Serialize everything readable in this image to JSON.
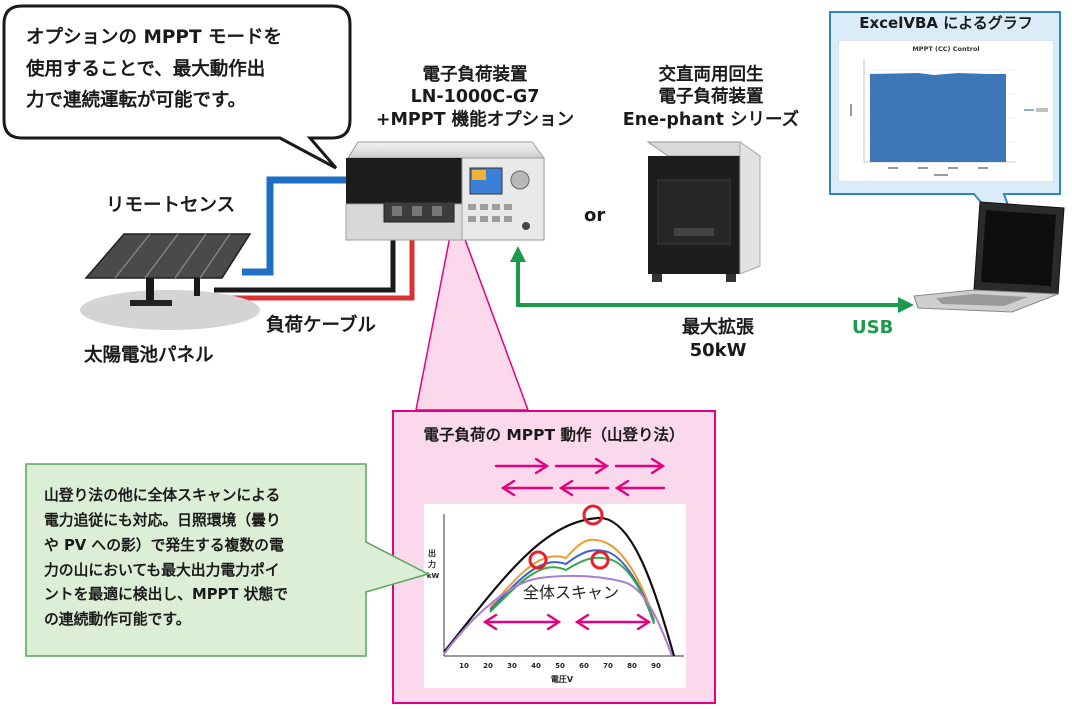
{
  "callout_main": {
    "line1": "オプションの MPPT モードを",
    "line2": "使用することで、最大動作出",
    "line3": "力で連続運転が可能です。"
  },
  "load_device": {
    "line1": "電子負荷装置",
    "line2": "LN-1000C-G7",
    "line3": "+MPPT 機能オプション"
  },
  "regen_device": {
    "line1": "交直両用回生",
    "line2": "電子負荷装置",
    "line3": "Ene-phant シリーズ"
  },
  "excel_box": {
    "title": "ExcelVBA によるグラフ",
    "chart_title": "MPPT (CC) Control"
  },
  "labels": {
    "remote_sense": "リモートセンス",
    "or": "or",
    "load_cable": "負荷ケーブル",
    "solar_panel": "太陽電池パネル",
    "max_ext_line1": "最大拡張",
    "max_ext_line2": "50kW",
    "usb": "USB"
  },
  "mppt_panel": {
    "title": "電子負荷の MPPT 動作（山登り法）",
    "scan_label": "全体スキャン",
    "ylabel_line1": "出",
    "ylabel_line2": "力",
    "ylabel_unit": "kW",
    "xlabel": "電圧V",
    "xticks": [
      "10",
      "20",
      "30",
      "40",
      "50",
      "60",
      "70",
      "80",
      "90"
    ]
  },
  "green_note": {
    "line1": "山登り法の他に全体スキャンによる",
    "line2": "電力追従にも対応。日照環境（曇り",
    "line3": "や PV への影）で発生する複数の電",
    "line4": "力の山においても最大出力電力ポイ",
    "line5": "ントを最適に検出し、MPPT 状態で",
    "line6": "の連続動作可能です。"
  },
  "colors": {
    "sense_wire": "#1f6fc5",
    "load_wire_pos": "#d93030",
    "load_wire_neg": "#1a1a1a",
    "usb_line": "#1a9a4a",
    "magenta": "#e6007e",
    "pink_panel": "#fbd9ec",
    "green_note": "#dcefd6",
    "excel_panel": "#d9ecf8"
  }
}
